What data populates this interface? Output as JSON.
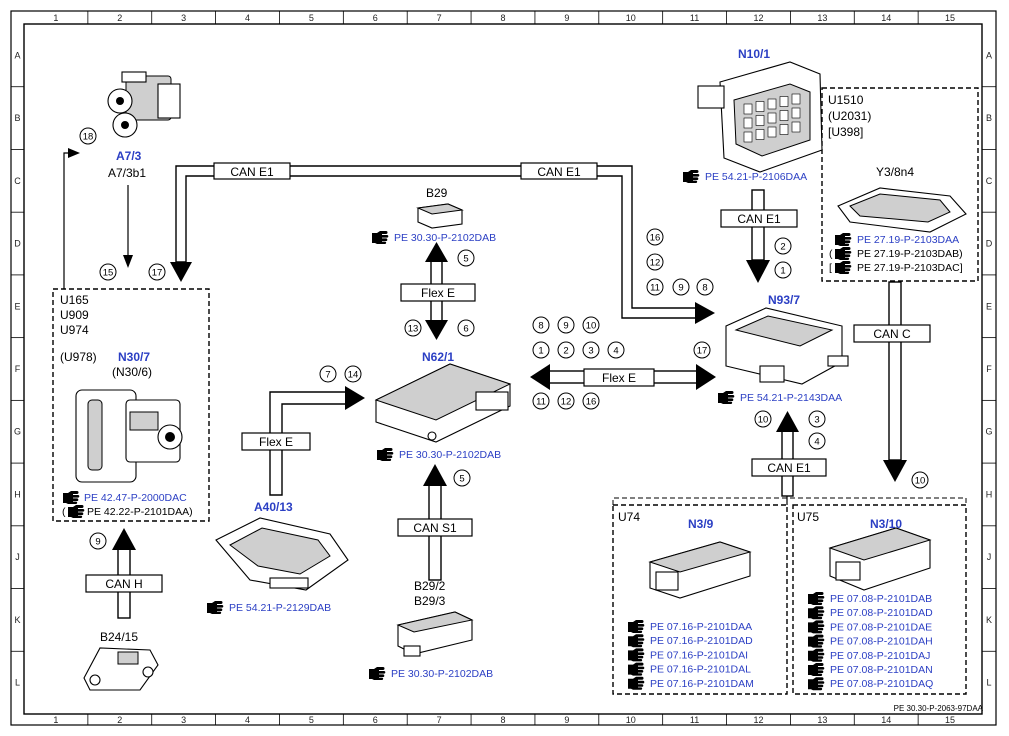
{
  "grid": {
    "columns": [
      "1",
      "2",
      "3",
      "4",
      "5",
      "6",
      "7",
      "8",
      "9",
      "10",
      "11",
      "12",
      "13",
      "14",
      "15"
    ],
    "rows": [
      "A",
      "B",
      "C",
      "D",
      "E",
      "F",
      "G",
      "H",
      "J",
      "K",
      "L"
    ]
  },
  "footer_ref": "PE 30.30-P-2063-97DAA",
  "icons": {
    "manual_ref": "pointing-hand-icon"
  },
  "colors": {
    "link_blue": "#2b3fc4"
  },
  "components": {
    "a7_3": {
      "id": "A7/3",
      "sub": "A7/3b1",
      "callout": "18"
    },
    "n30_7": {
      "id": "N30/7",
      "alt": "(N30/6)",
      "codes": [
        "U165",
        "U909",
        "U974",
        "(U978)"
      ],
      "refs": [
        "PE 42.47-P-2000DAC",
        "PE 42.22-P-2101DAA)"
      ],
      "refs_blue": [
        true,
        false
      ]
    },
    "b24_15": {
      "id": "B24/15"
    },
    "a40_13": {
      "id": "A40/13",
      "ref": "PE 54.21-P-2129DAB"
    },
    "b29": {
      "id": "B29",
      "ref": "PE 30.30-P-2102DAB"
    },
    "n62_1": {
      "id": "N62/1",
      "ref": "PE 30.30-P-2102DAB"
    },
    "b29_2": {
      "id1": "B29/2",
      "id2": "B29/3",
      "ref": "PE 30.30-P-2102DAB"
    },
    "n10_1": {
      "id": "N10/1",
      "ref": "PE 54.21-P-2106DAA"
    },
    "y3_8n4": {
      "id": "Y3/8n4",
      "codes": [
        "U1510",
        "(U2031)",
        "[U398]"
      ],
      "refs": [
        "PE 27.19-P-2103DAA",
        "PE 27.19-P-2103DAB)",
        "PE 27.19-P-2103DAC]"
      ],
      "refs_blue": [
        true,
        false,
        false
      ]
    },
    "n93_7": {
      "id": "N93/7",
      "ref": "PE 54.21-P-2143DAA"
    },
    "n3_9": {
      "id": "N3/9",
      "code": "U74",
      "refs": [
        "PE 07.16-P-2101DAA",
        "PE 07.16-P-2101DAD",
        "PE 07.16-P-2101DAI",
        "PE 07.16-P-2101DAL",
        "PE 07.16-P-2101DAM"
      ]
    },
    "n3_10": {
      "id": "N3/10",
      "code": "U75",
      "refs": [
        "PE 07.08-P-2101DAB",
        "PE 07.08-P-2101DAD",
        "PE 07.08-P-2101DAE",
        "PE 07.08-P-2101DAH",
        "PE 07.08-P-2101DAJ",
        "PE 07.08-P-2101DAN",
        "PE 07.08-P-2101DAQ"
      ]
    }
  },
  "buses": {
    "can_e1_top_left": "CAN E1",
    "can_e1_top_right": "CAN E1",
    "can_e1_n10": "CAN E1",
    "can_e1_bottom": "CAN E1",
    "can_c": "CAN C",
    "can_h": "CAN H",
    "can_s1": "CAN S1",
    "flex_e_b29": "Flex E",
    "flex_e_a40": "Flex E",
    "flex_e_n93": "Flex E"
  },
  "callouts": {
    "c18": "18",
    "c15": "15",
    "c17a": "17",
    "c9a": "9",
    "c5a": "5",
    "c13": "13",
    "c6": "6",
    "c7": "7",
    "c14": "14",
    "c5b": "5",
    "c16a": "16",
    "c12a": "12",
    "c11a": "11",
    "c9b": "9",
    "c8a": "8",
    "c2a": "2",
    "c1a": "1",
    "c8b": "8",
    "c9c": "9",
    "c10a": "10",
    "c1b": "1",
    "c2b": "2",
    "c3a": "3",
    "c4a": "4",
    "c11b": "11",
    "c12b": "12",
    "c16b": "16",
    "c17b": "17",
    "c10b": "10",
    "c3b": "3",
    "c4b": "4",
    "c10c": "10"
  }
}
